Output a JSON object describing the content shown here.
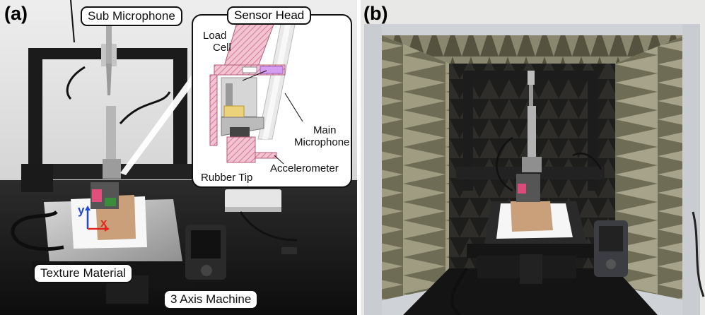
{
  "panel_a": {
    "label": "(a)",
    "callouts": {
      "sub_microphone": "Sub Microphone",
      "texture_material": "Texture Material",
      "three_axis_machine": "3 Axis Machine"
    },
    "inset": {
      "title": "Sensor Head",
      "labels": {
        "load_cell_line1": "Load",
        "load_cell_line2": "Cell",
        "main_mic_line1": "Main",
        "main_mic_line2": "Microphone",
        "accelerometer": "Accelerometer",
        "rubber_tip": "Rubber Tip"
      }
    },
    "axes": {
      "x": "x",
      "y": "y"
    }
  },
  "panel_b": {
    "label": "(b)"
  },
  "colors": {
    "foam": "#7d7a63",
    "foam_light": "#a9a68c",
    "frame": "#1c1c1c",
    "wood": "#c9a07a",
    "pink_part": "#e7a9bd",
    "axis_x": "#e0261e",
    "axis_y": "#2047d8"
  }
}
